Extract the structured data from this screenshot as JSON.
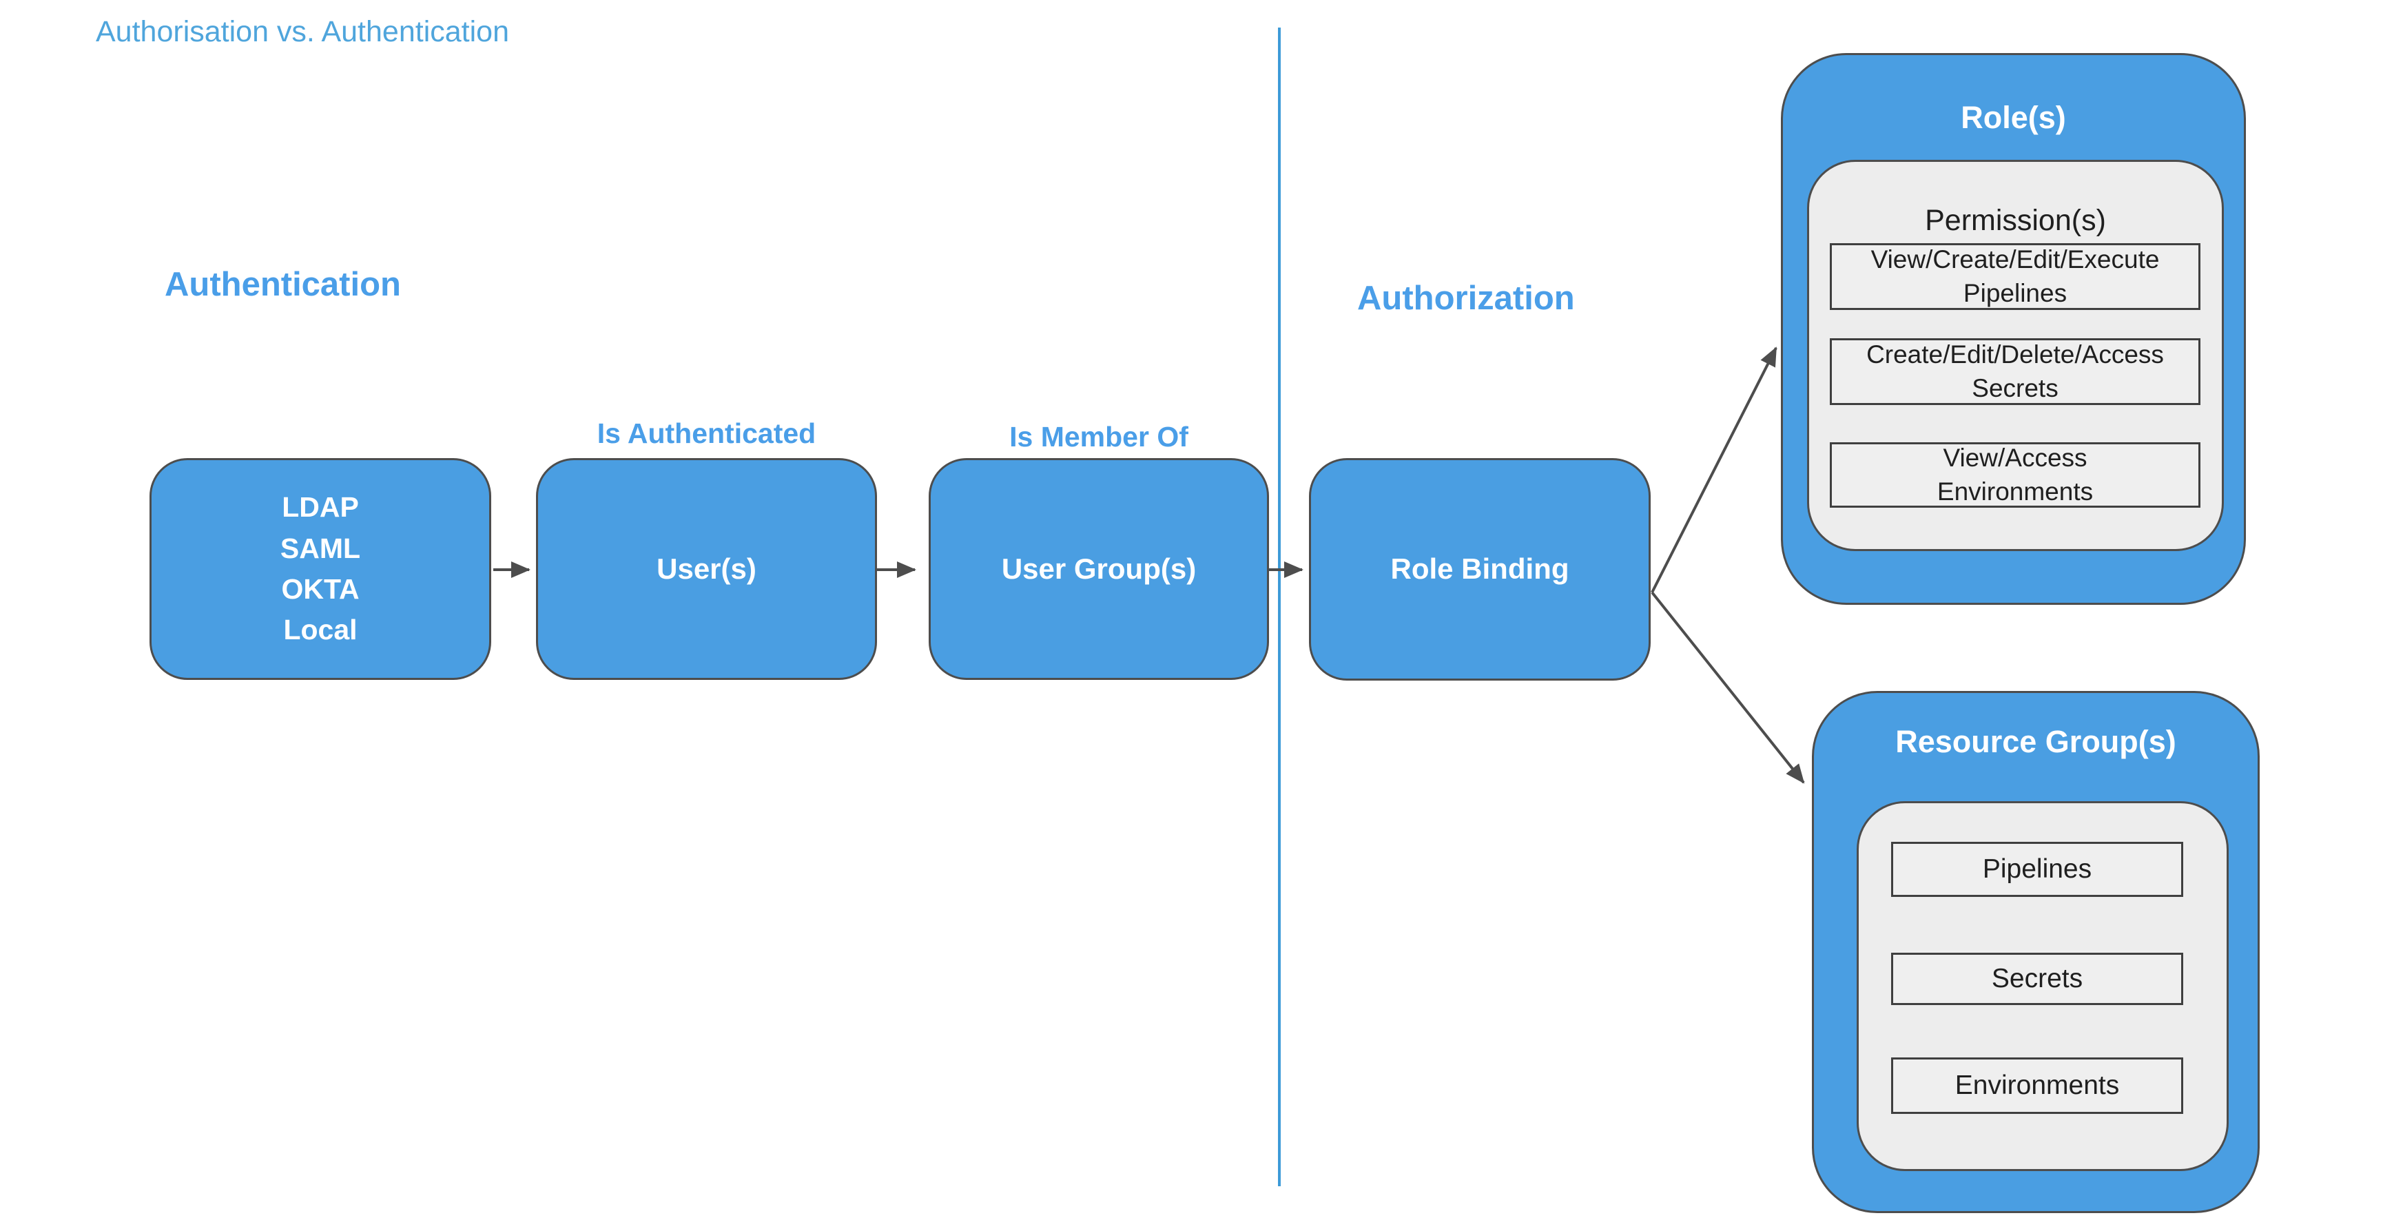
{
  "title": "Authorisation vs. Authentication",
  "colors": {
    "node_fill": "#4A9EE2",
    "node_border": "#4D4D4D",
    "panel_fill": "#EDEDED",
    "item_fill": "#EFEFEF",
    "heading_text": "#4A9EE8",
    "title_text": "#4FA5DC",
    "divider": "#3E9BD8",
    "arrow": "#4D4D4D",
    "node_text": "#FFFFFF",
    "dark_text": "#1F1F1F"
  },
  "headings": {
    "authentication": "Authentication",
    "authorization": "Authorization"
  },
  "edge_labels": {
    "is_authenticated": "Is Authenticated",
    "is_member_of": "Is Member Of"
  },
  "nodes": {
    "identity_providers": "LDAP\nSAML\nOKTA\nLocal",
    "users": "User(s)",
    "user_groups": "User Group(s)",
    "role_binding": "Role Binding"
  },
  "roles_panel": {
    "title": "Role(s)",
    "subtitle": "Permission(s)",
    "items": [
      "View/Create/Edit/Execute\nPipelines",
      "Create/Edit/Delete/Access\nSecrets",
      "View/Access\nEnvironments"
    ]
  },
  "resource_panel": {
    "title": "Resource Group(s)",
    "items": [
      "Pipelines",
      "Secrets",
      "Environments"
    ]
  }
}
